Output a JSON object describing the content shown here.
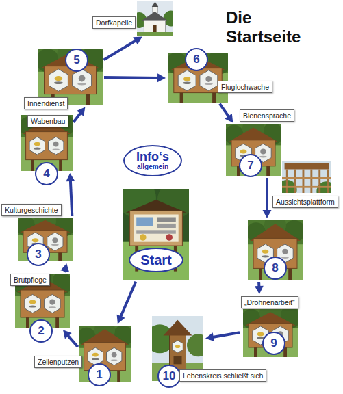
{
  "diagram": {
    "title": "Die Startseite",
    "nodes": [
      {
        "text": [
          "Info‘s",
          "allgemein"
        ]
      },
      {
        "text": [
          "Start"
        ]
      },
      {
        "text": [
          "1",
          "Zellenputzen"
        ]
      },
      {
        "text": [
          "2",
          "Brutpflege"
        ]
      },
      {
        "text": [
          "3",
          "Kulturgeschichte"
        ]
      },
      {
        "text": [
          "4",
          "Wabenbau"
        ]
      },
      {
        "text": [
          "5",
          "Innendienst"
        ]
      },
      {
        "text": [
          "6",
          "Fluglochwache"
        ]
      },
      {
        "text": [
          "7",
          "Bienensprache"
        ]
      },
      {
        "text": [
          "8"
        ]
      },
      {
        "text": [
          "9",
          "„Drohnenarbeit“"
        ]
      },
      {
        "text": [
          "10",
          "Lebenskreis schließt sich"
        ]
      },
      {
        "text": [
          "Dorfkapelle"
        ]
      },
      {
        "text": [
          "Aussichtsplattform"
        ]
      }
    ],
    "edges": [
      {
        "from": 1,
        "to": 2,
        "arrow": "to"
      },
      {
        "from": 2,
        "to": 3,
        "arrow": "to"
      },
      {
        "from": 3,
        "to": 4,
        "arrow": "to"
      },
      {
        "from": 4,
        "to": 5,
        "arrow": "to"
      },
      {
        "from": 5,
        "to": 6,
        "arrow": "to"
      },
      {
        "from": 6,
        "to": 7,
        "arrow": "to"
      },
      {
        "from": 6,
        "to": 12,
        "arrow": "to"
      },
      {
        "from": 7,
        "to": 8,
        "arrow": "to"
      },
      {
        "from": 8,
        "to": 9,
        "arrow": "to"
      },
      {
        "from": 9,
        "to": 10,
        "arrow": "to"
      },
      {
        "from": 10,
        "to": 11,
        "arrow": "to"
      }
    ]
  }
}
